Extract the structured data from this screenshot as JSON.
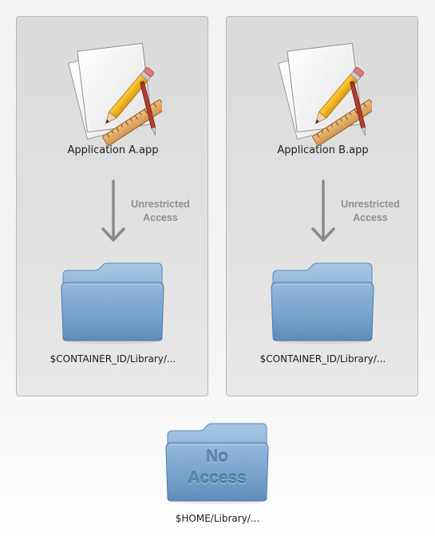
{
  "containers": [
    {
      "app_name": "Application A.app",
      "access_text": "Unrestricted\nAccess",
      "folder_path": "$CONTAINER_ID/Library/..."
    },
    {
      "app_name": "Application B.app",
      "access_text": "Unrestricted\nAccess",
      "folder_path": "$CONTAINER_ID/Library/..."
    }
  ],
  "home": {
    "folder_text": "No\nAccess",
    "folder_path": "$HOME/Library/..."
  },
  "icons": {
    "app": "text-edit-document-icon",
    "folder": "blue-folder-icon",
    "arrow": "down-arrow-icon"
  },
  "colors": {
    "panel_background": "#dddddd",
    "panel_border": "#b9b9b9",
    "arrow": "#8a8a8a",
    "access_text": "#8e8e8e",
    "folder_blue": "#7aa3cc"
  }
}
